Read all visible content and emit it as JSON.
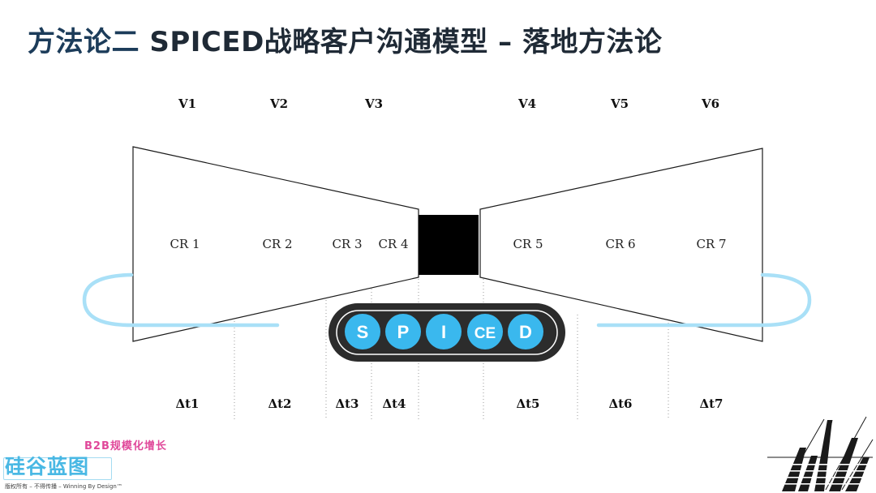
{
  "title": {
    "highlight": "方法论二",
    "rest": " SPICED战略客户沟通模型 – 落地方法论"
  },
  "versions": [
    "V1",
    "V2",
    "V3",
    "V4",
    "V5",
    "V6"
  ],
  "stages": [
    "CR 1",
    "CR 2",
    "CR 3",
    "CR 4",
    "CR 5",
    "CR 6",
    "CR 7"
  ],
  "deltas": [
    "Δt1",
    "Δt2",
    "Δt3",
    "Δt4",
    "Δt5",
    "Δt6",
    "Δt7"
  ],
  "spiced": [
    "S",
    "P",
    "I",
    "CE",
    "D"
  ],
  "brand": {
    "subtitle": "B2B规模化增长",
    "name": "硅谷蓝图"
  },
  "footer": "版权所有 – 不得传播   – Winning By Design™",
  "colors": {
    "accent": "#5ec8ee",
    "title": "#1f2a36",
    "brand_pink": "#e0489a",
    "pill": "#2c2c2c"
  }
}
